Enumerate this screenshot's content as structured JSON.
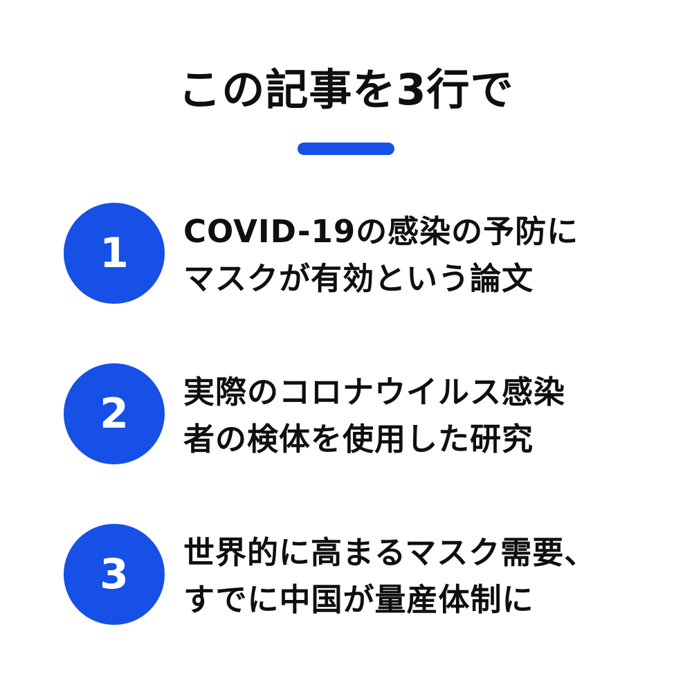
{
  "header": {
    "title": "この記事を3行で",
    "accent_color": "#1650e6"
  },
  "items": [
    {
      "number": "1",
      "lines": [
        "COVID-19の感染の予防に",
        "マスクが有効という論文"
      ]
    },
    {
      "number": "2",
      "lines": [
        "実際のコロナウイルス感染",
        "者の検体を使用した研究"
      ]
    },
    {
      "number": "3",
      "lines": [
        "世界的に高まるマスク需要、",
        "すでに中国が量産体制に"
      ]
    }
  ]
}
